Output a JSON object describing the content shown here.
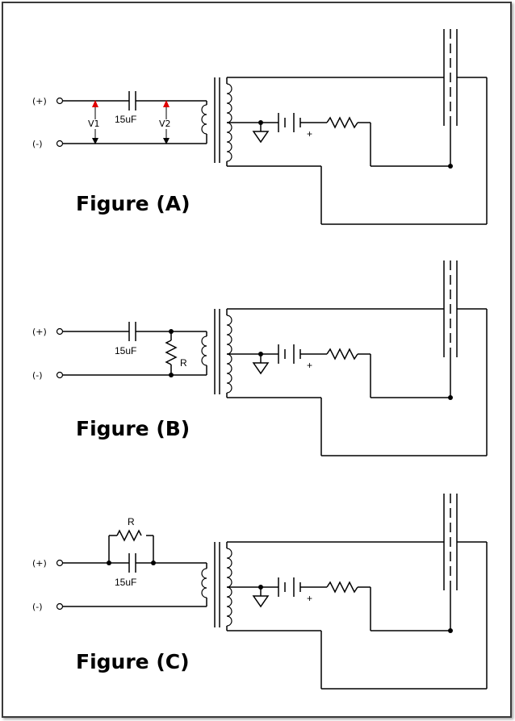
{
  "figures": [
    {
      "title": "Figure  (A)",
      "terminal_pos": "(+)",
      "terminal_neg": "(-)",
      "capacitor_value": "15uF",
      "voltage_1": "V1",
      "voltage_2": "V2"
    },
    {
      "title": "Figure  (B)",
      "terminal_pos": "(+)",
      "terminal_neg": "(-)",
      "capacitor_value": "15uF",
      "resistor_label": "R"
    },
    {
      "title": "Figure  (C)",
      "terminal_pos": "(+)",
      "terminal_neg": "(-)",
      "capacitor_value": "15uF",
      "resistor_label": "R"
    }
  ],
  "battery_polarity": "+",
  "colors": {
    "arrow_red": "#e00000",
    "line": "#000000",
    "frame": "#3a3a3a"
  }
}
